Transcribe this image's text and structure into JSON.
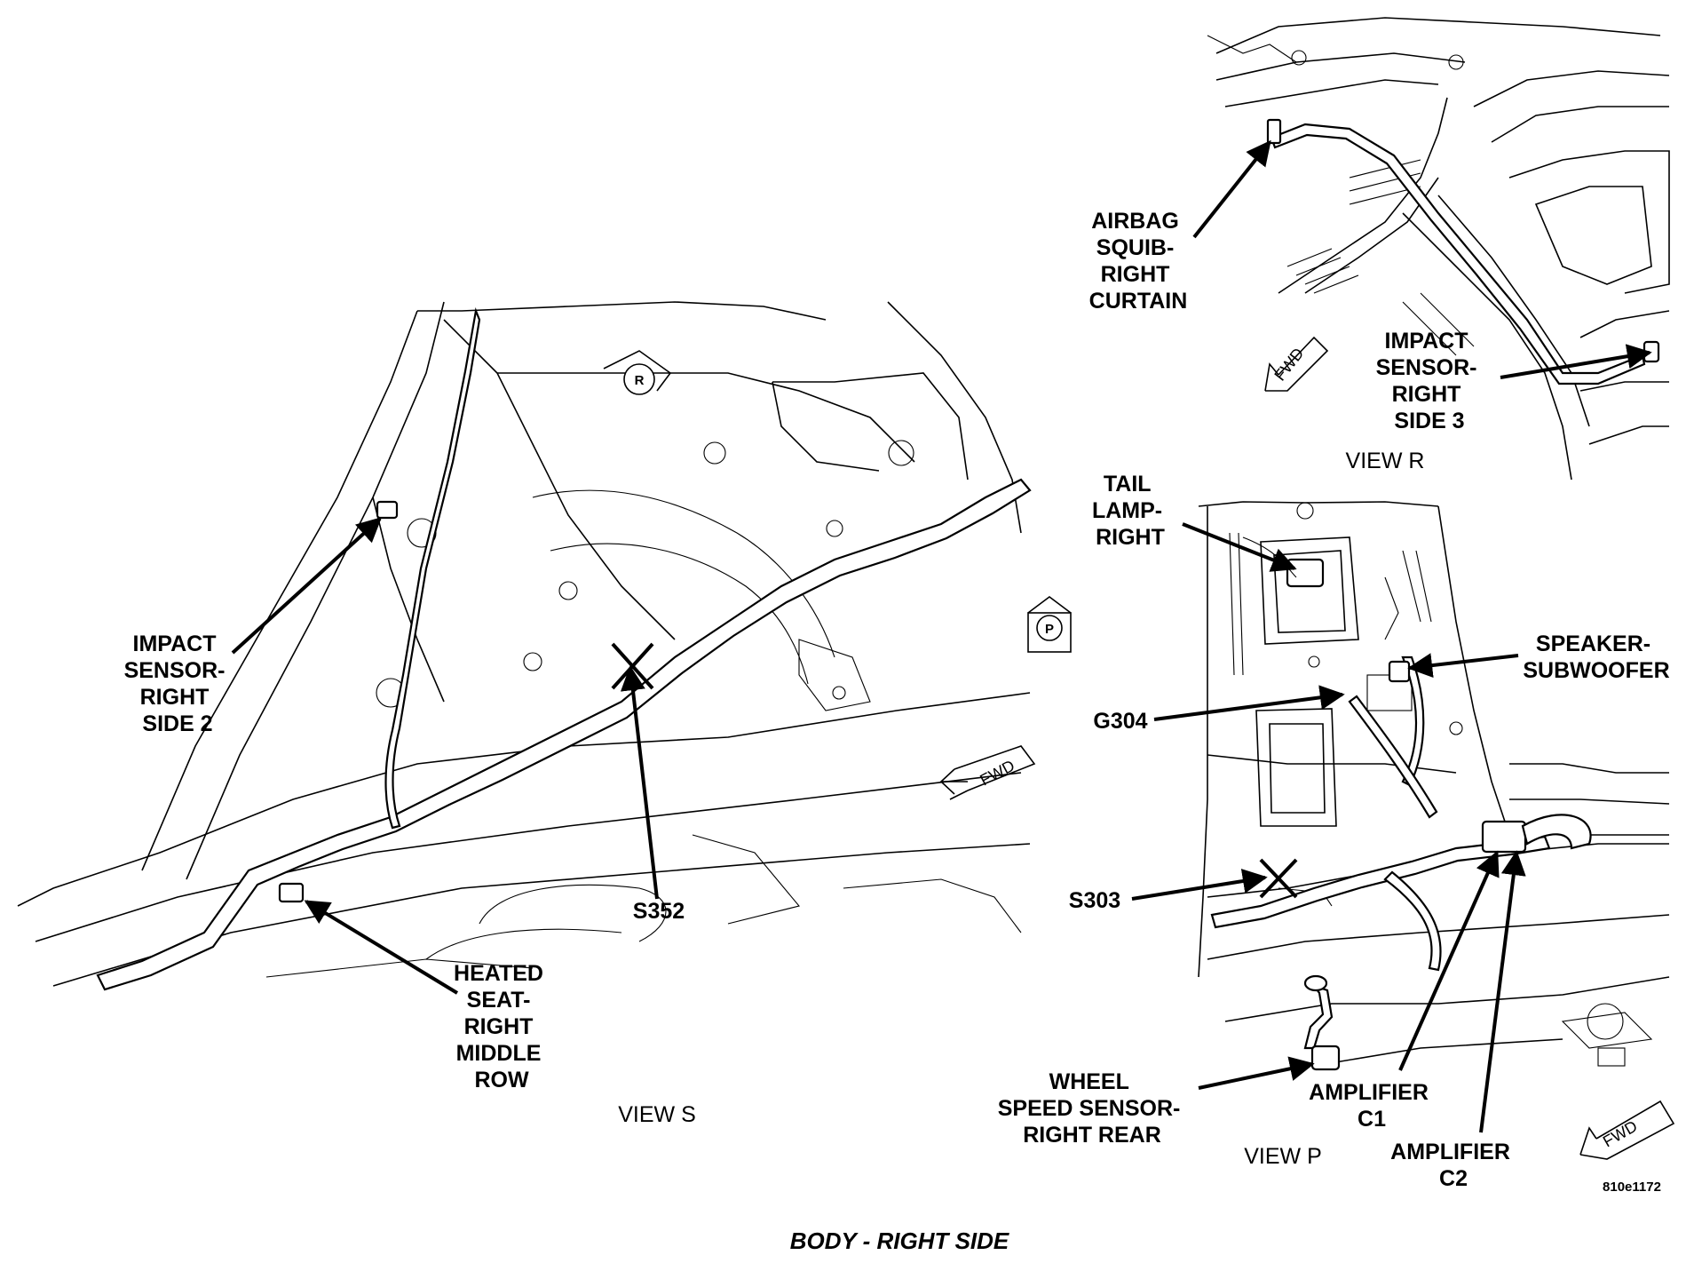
{
  "title": "BODY - RIGHT SIDE",
  "figure_code": "810e1172",
  "fwd_label": "FWD",
  "views": {
    "s": {
      "label": "VIEW S",
      "ref_r": "R",
      "ref_p": "P",
      "callouts": {
        "impact_sensor_2": [
          "IMPACT",
          "SENSOR-",
          "RIGHT",
          "SIDE 2"
        ],
        "s352": [
          "S352"
        ],
        "heated_seat": [
          "HEATED",
          "SEAT-",
          "RIGHT",
          "MIDDLE",
          "ROW"
        ]
      }
    },
    "r": {
      "label": "VIEW R",
      "callouts": {
        "airbag_squib": [
          "AIRBAG",
          "SQUIB-",
          "RIGHT",
          "CURTAIN"
        ],
        "impact_sensor_3": [
          "IMPACT",
          "SENSOR-",
          "RIGHT",
          "SIDE 3"
        ]
      }
    },
    "p": {
      "label": "VIEW P",
      "callouts": {
        "tail_lamp": [
          "TAIL",
          "LAMP-",
          "RIGHT"
        ],
        "speaker": [
          "SPEAKER-",
          "SUBWOOFER"
        ],
        "g304": [
          "G304"
        ],
        "s303": [
          "S303"
        ],
        "wheel_speed": [
          "WHEEL",
          "SPEED SENSOR-",
          "RIGHT REAR"
        ],
        "amp_c1": [
          "AMPLIFIER",
          "C1"
        ],
        "amp_c2": [
          "AMPLIFIER",
          "C2"
        ]
      }
    }
  }
}
